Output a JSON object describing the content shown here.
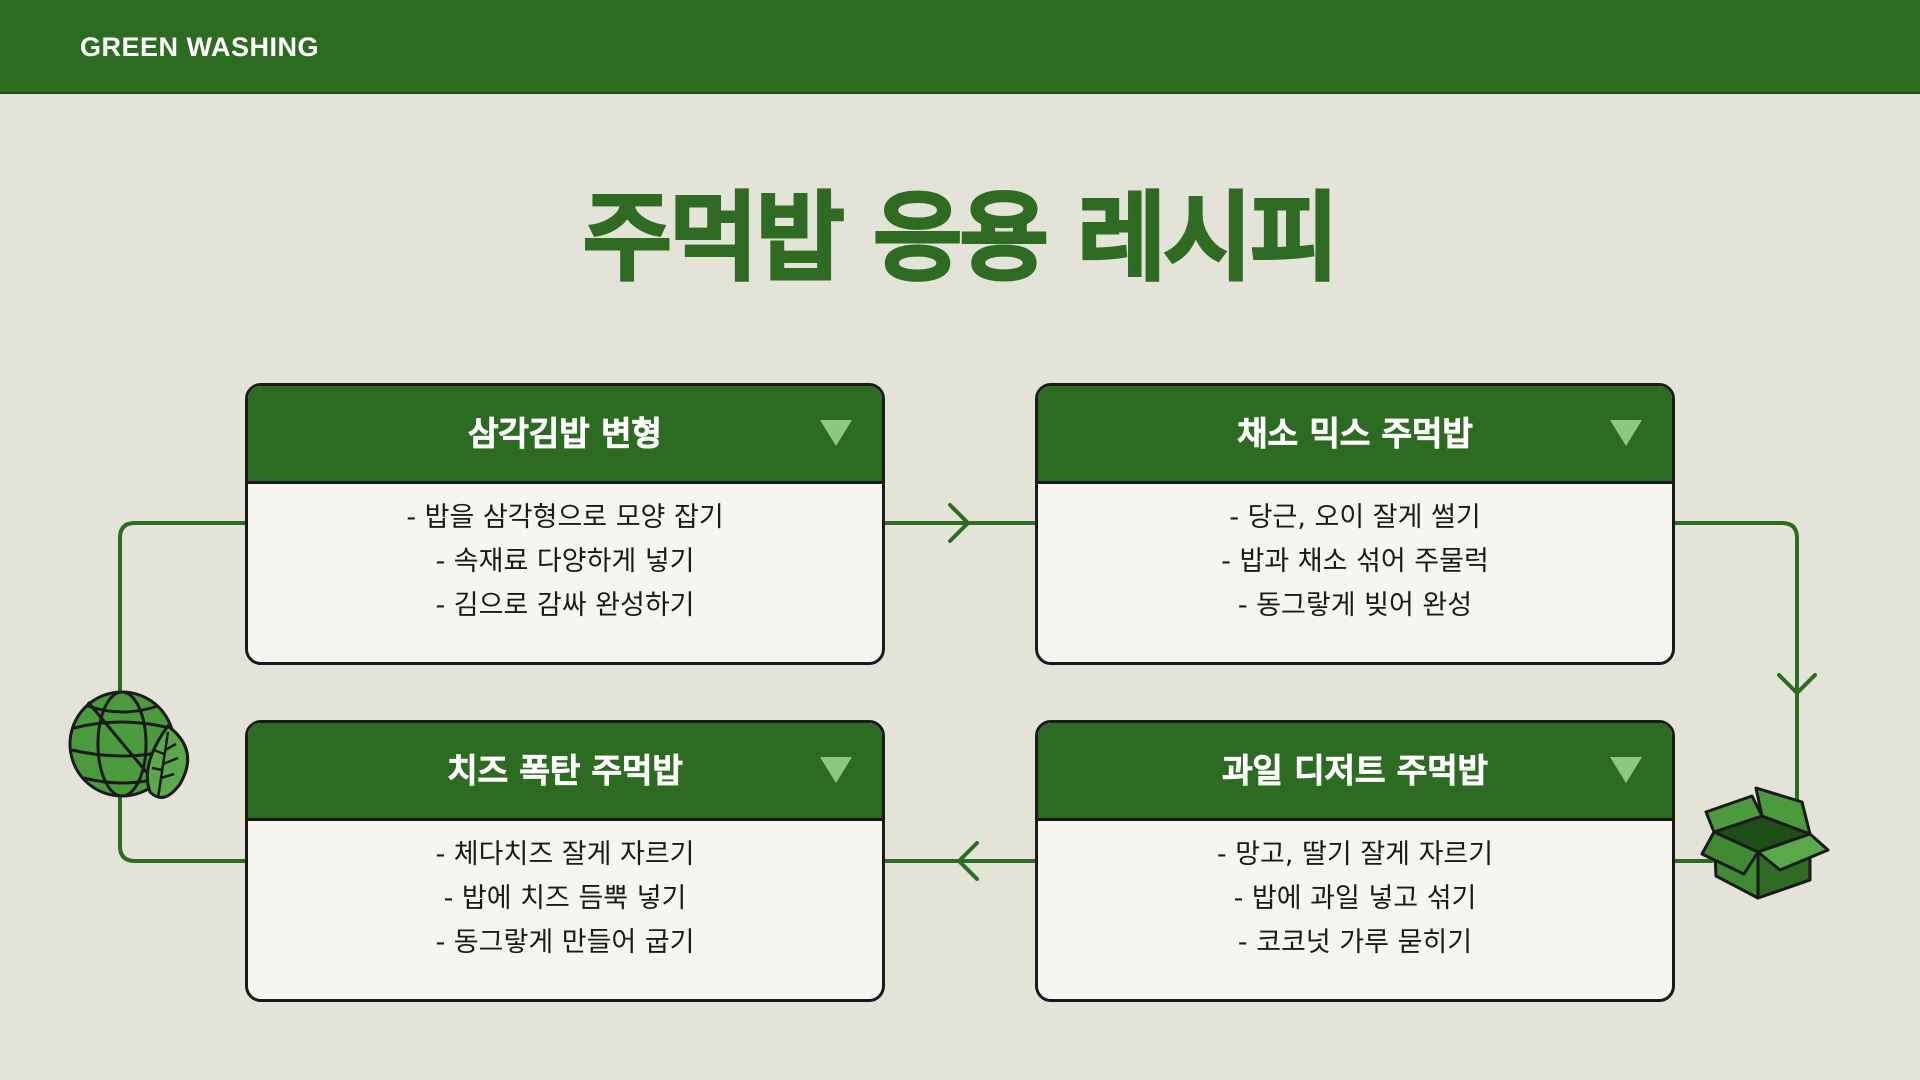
{
  "header": {
    "brand": "GREEN WASHING"
  },
  "title": "주먹밥 응용 레시피",
  "cards": [
    {
      "title": "삼각김밥 변형",
      "lines": [
        "- 밥을 삼각형으로 모양 잡기",
        "- 속재료 다양하게 넣기",
        "- 김으로 감싸 완성하기"
      ]
    },
    {
      "title": "채소 믹스 주먹밥",
      "lines": [
        "- 당근, 오이 잘게 썰기",
        "- 밥과 채소 섞어 주물럭",
        "- 동그랗게 빚어 완성"
      ]
    },
    {
      "title": "치즈 폭탄 주먹밥",
      "lines": [
        "- 체다치즈 잘게 자르기",
        "- 밥에 치즈 듬뿍 넣기",
        "- 동그랗게 만들어 굽기"
      ]
    },
    {
      "title": "과일 디저트 주먹밥",
      "lines": [
        "- 망고, 딸기 잘게 자르기",
        "- 밥에 과일 넣고 섞기",
        "- 코코넛 가루 묻히기"
      ]
    }
  ],
  "icons": {
    "globe": "globe-leaf-icon",
    "box": "open-box-icon",
    "caret": "triangle-down-icon"
  },
  "colors": {
    "primary_green": "#2e6b22",
    "light_green": "#8cc97e",
    "background": "#e4e3d8",
    "card_body": "#f6f5f0"
  }
}
